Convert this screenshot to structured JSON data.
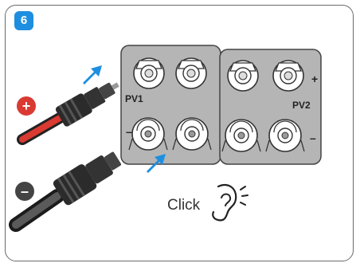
{
  "step": {
    "number": "6",
    "color": "#1e8fe0"
  },
  "panels": [
    {
      "label": "PV1",
      "plus": "",
      "minus": "–"
    },
    {
      "label": "PV2",
      "plus": "+",
      "minus": "–"
    }
  ],
  "positive_cable": {
    "symbol": "+",
    "color": "#d93a32"
  },
  "negative_cable": {
    "symbol": "–",
    "color": "#444444"
  },
  "hint": {
    "text": "Click",
    "icon": "ear-sound-icon"
  },
  "arrows": {
    "color": "#1e8fe0"
  }
}
